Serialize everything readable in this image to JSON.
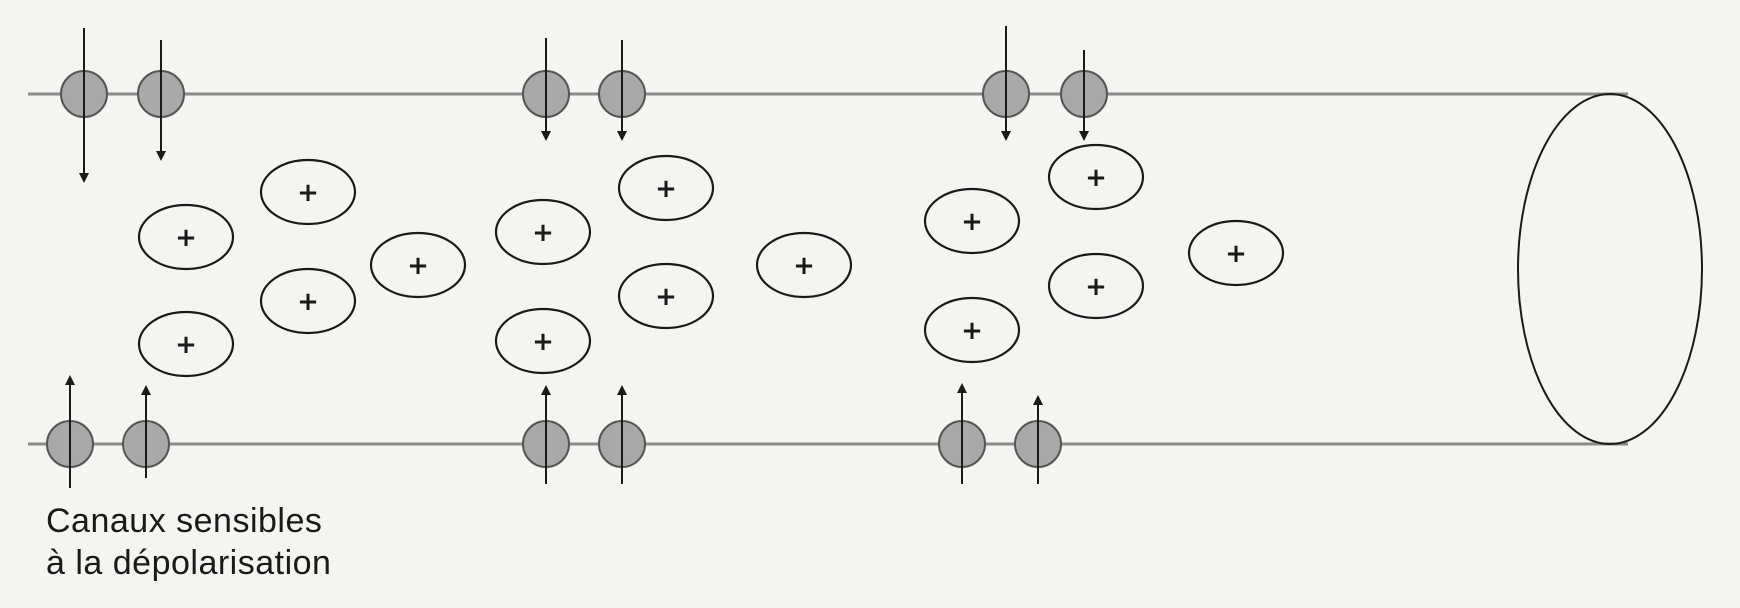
{
  "caption": {
    "line1": "Canaux sensibles",
    "line2": "à la dépolarisation"
  },
  "colors": {
    "background": "#f4f5f0",
    "membrane": "#8a8a8a",
    "channel_fill": "#a9a9a9",
    "channel_stroke": "#555555",
    "ink": "#1a1a1a"
  },
  "icons": {
    "cation": "circle-plus",
    "channel": "gray-circle-with-arrow"
  },
  "cation_symbol": "+"
}
